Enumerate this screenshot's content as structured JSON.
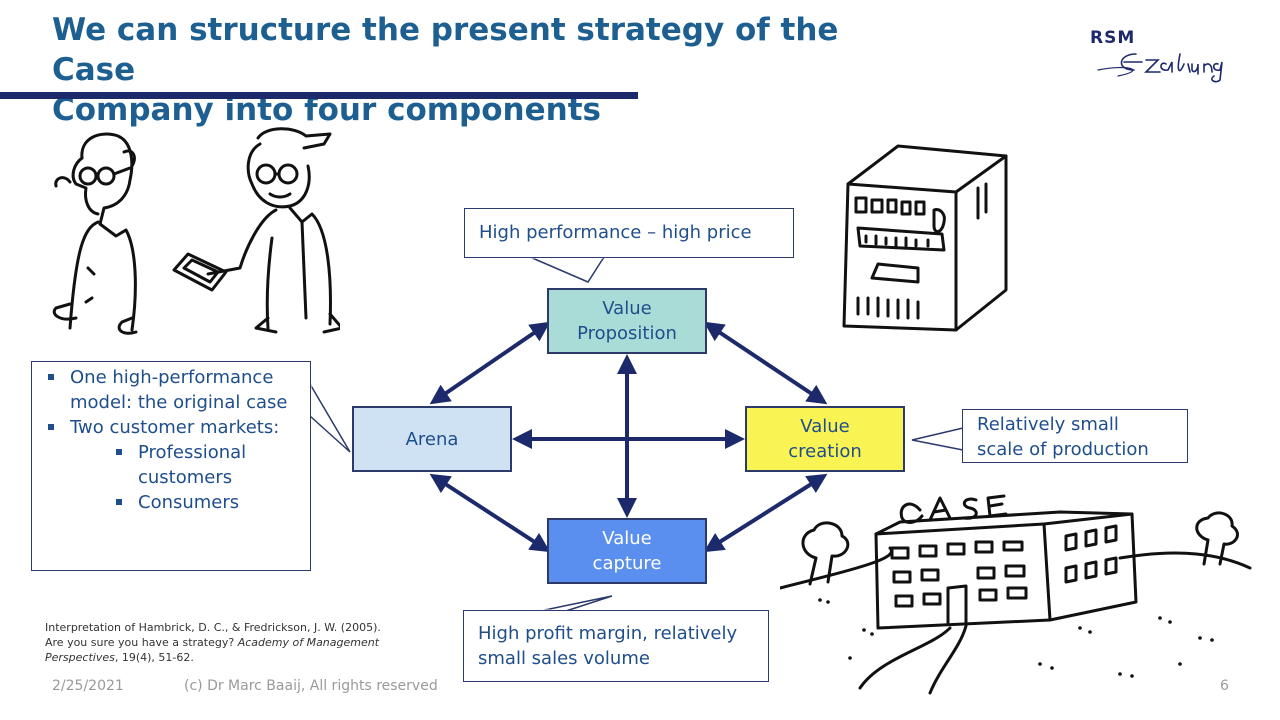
{
  "header": {
    "title_line1": "We can structure the present strategy of the Case",
    "title_line2": "Company into four components",
    "logo_text": "RSM",
    "logo_script": "Ezafung"
  },
  "diagram": {
    "nodes": {
      "value_proposition": {
        "line1": "Value",
        "line2": "Proposition"
      },
      "arena": {
        "label": "Arena"
      },
      "value_creation": {
        "line1": "Value",
        "line2": "creation"
      },
      "value_capture": {
        "line1": "Value",
        "line2": "capture"
      }
    },
    "colors": {
      "value_proposition": "#a9dcd6",
      "arena": "#cfe2f3",
      "value_creation": "#f9f354",
      "value_capture": "#5a8ff0",
      "arrows": "#1c2a6b"
    }
  },
  "callouts": {
    "top": "High performance – high price",
    "right_line1": "Relatively small",
    "right_line2": "scale of production",
    "bottom_line1": "High profit margin, relatively",
    "bottom_line2": "small sales volume",
    "left": {
      "item1": "One high-performance model: the original case",
      "item2": "Two customer markets:",
      "sub1": "Professional customers",
      "sub2": "Consumers"
    }
  },
  "citation": {
    "line1": "Interpretation of Hambrick, D. C., & Fredrickson, J. W. (2005).",
    "line2_plain": "Are you sure you have a strategy?",
    "line2_italic": "Academy of Management",
    "line3_italic": "Perspectives",
    "line3_plain": ", 19(4), 51-62."
  },
  "footer": {
    "date": "2/25/2021",
    "copyright": "(c) Dr Marc Baaij, All rights reserved",
    "page": "6"
  },
  "illustrations": {
    "people": "two-men-handing-device-icon",
    "computer": "pc-tower-icon",
    "building": "case-company-building-icon"
  }
}
